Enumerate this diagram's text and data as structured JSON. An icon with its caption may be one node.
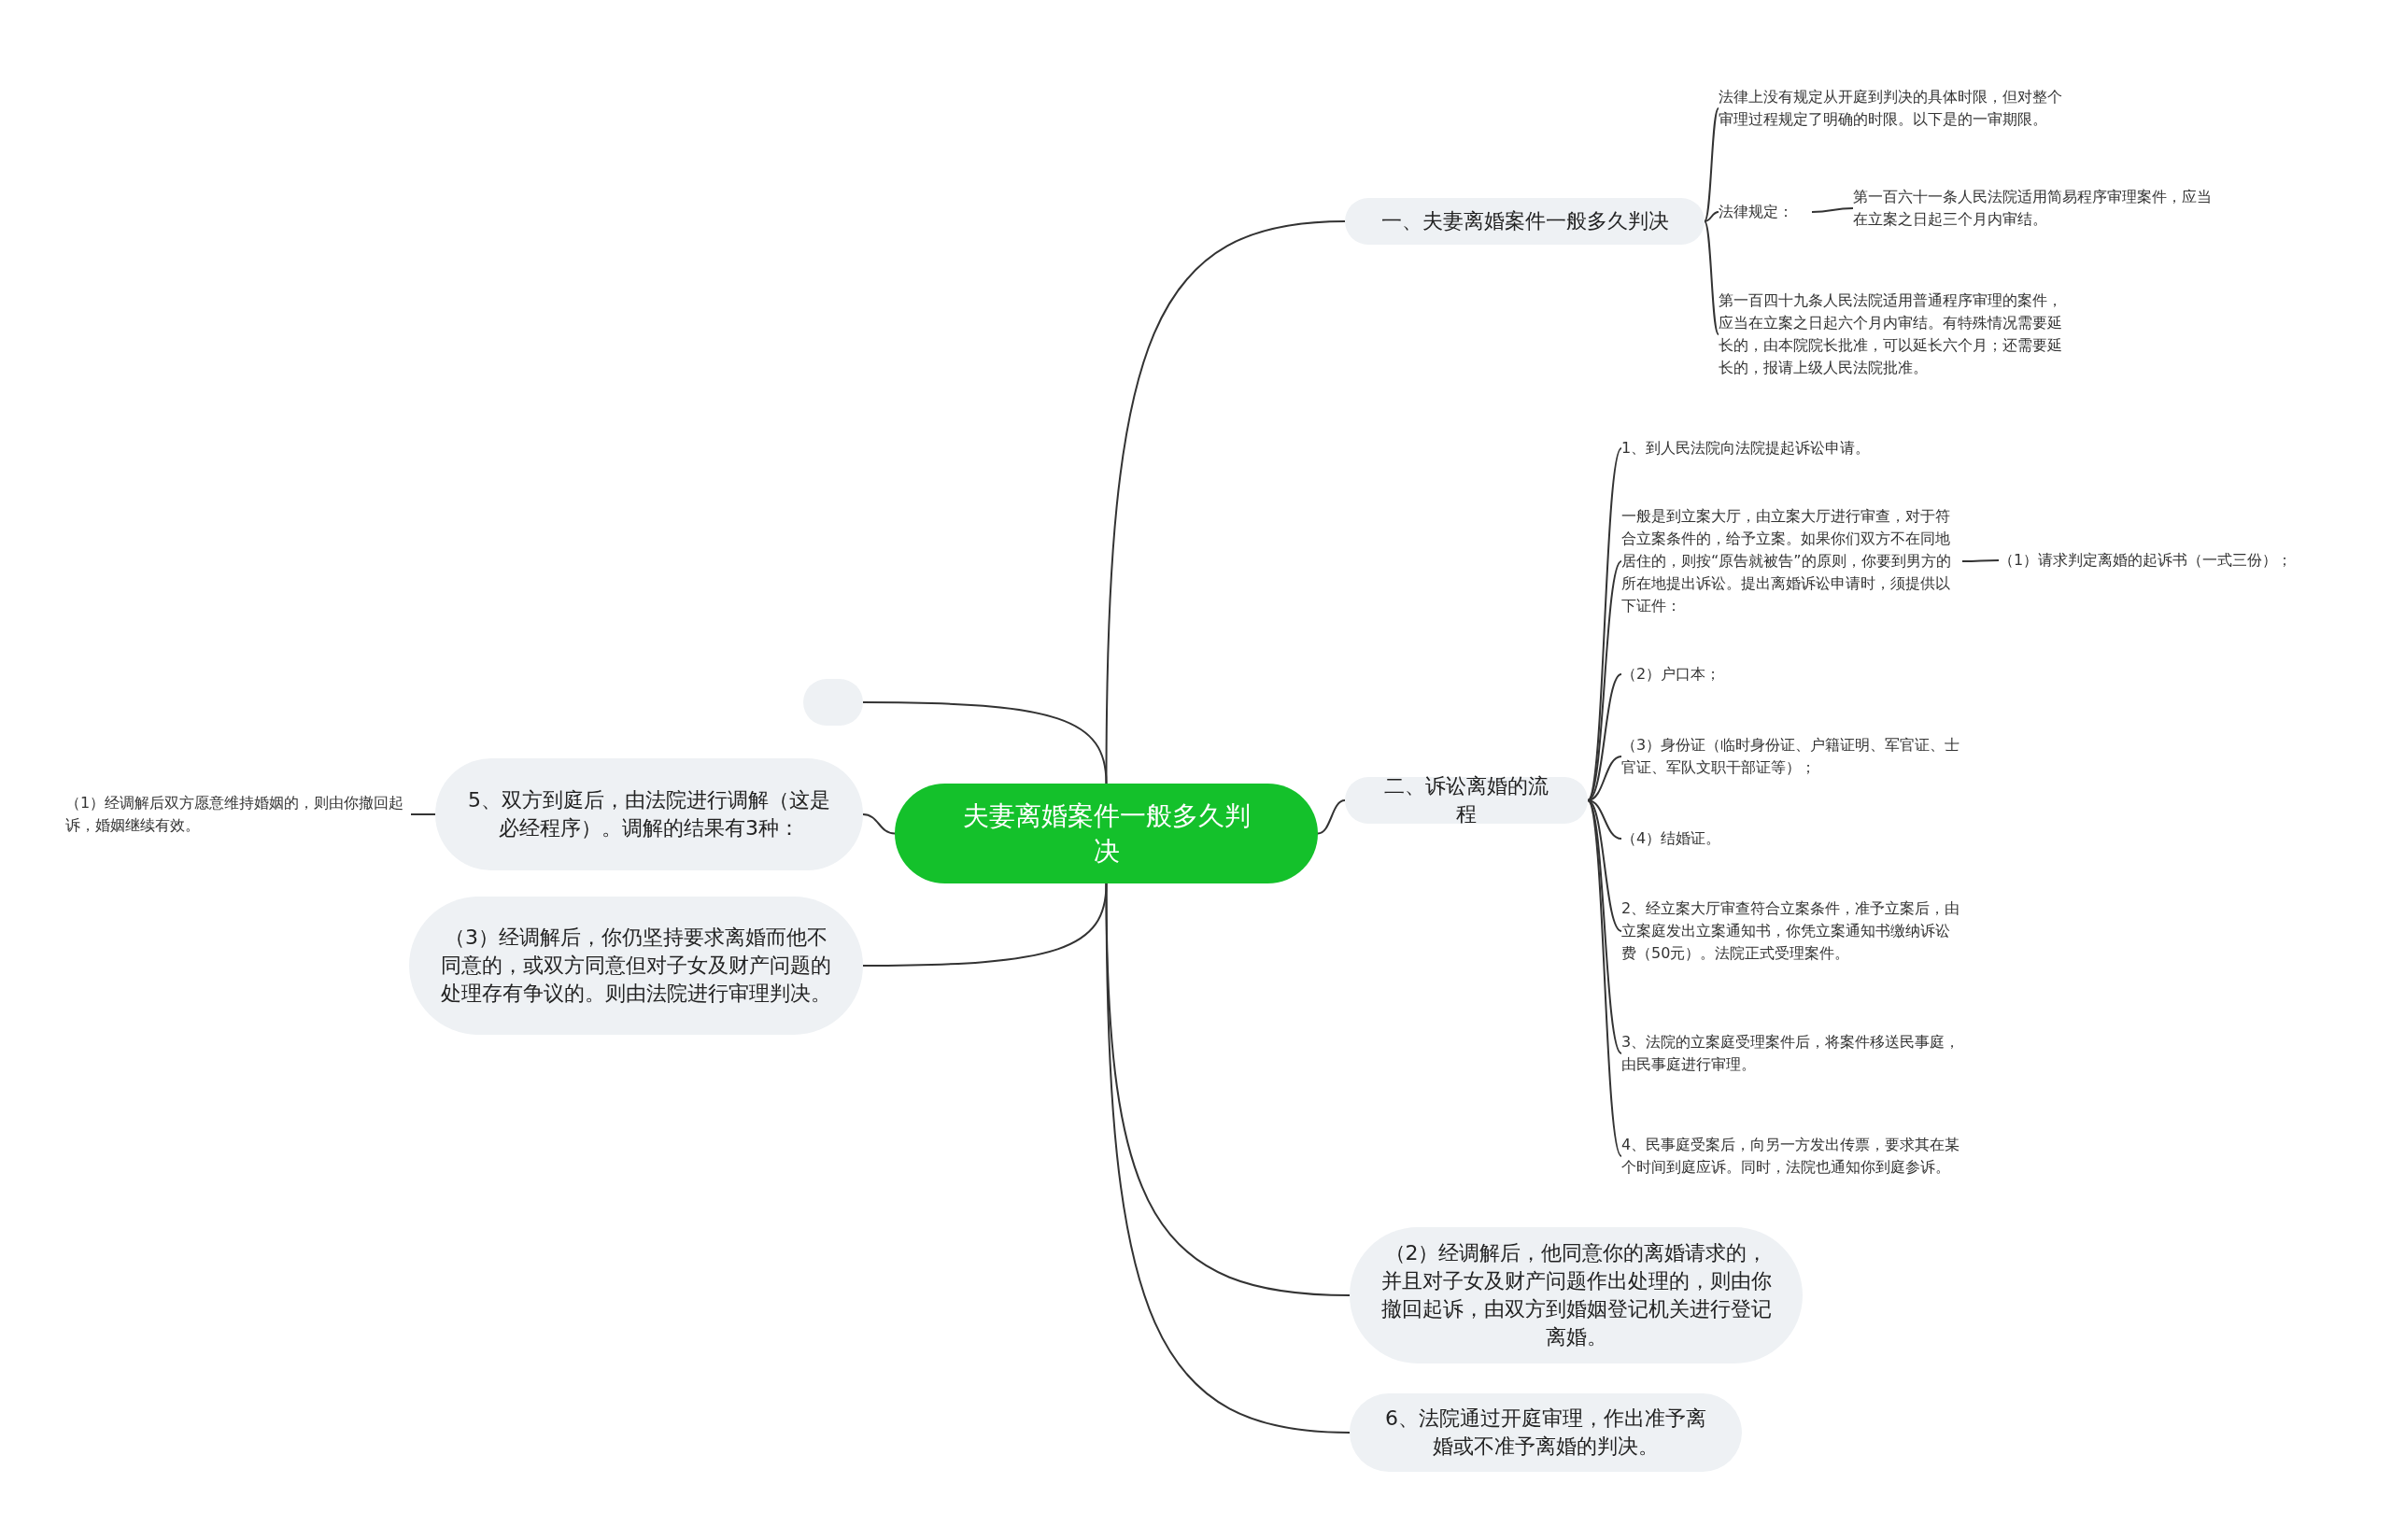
{
  "diagram": {
    "nodes": [
      {
        "text": [
          "夫妻离婚案件一般多久判决"
        ]
      },
      {
        "text": [
          "一、夫妻离婚案件一般多久判决"
        ]
      },
      {
        "text": [
          "法律上没有规定从开庭到判决的具体时限，但对整个审理过程规定了明确的时限。以下是的一审期限。"
        ]
      },
      {
        "text": [
          "法律规定："
        ]
      },
      {
        "text": [
          "第一百六十一条人民法院适用简易程序审理案件，应当在立案之日起三个月内审结。"
        ]
      },
      {
        "text": [
          "第一百四十九条人民法院适用普通程序审理的案件，应当在立案之日起六个月内审结。有特殊情况需要延长的，由本院院长批准，可以延长六个月；还需要延长的，报请上级人民法院批准。"
        ]
      },
      {
        "text": [
          "二、诉讼离婚的流程"
        ]
      },
      {
        "text": [
          "1、到人民法院向法院提起诉讼申请。"
        ]
      },
      {
        "text": [
          "一般是到立案大厅，由立案大厅进行审查，对于符合立案条件的，给予立案。如果你们双方不在同地居住的，则按“原告就被告”的原则，你要到男方的所在地提出诉讼。提出离婚诉讼申请时，须提供以下证件："
        ]
      },
      {
        "text": [
          "（1）请求判定离婚的起诉书（一式三份）；"
        ]
      },
      {
        "text": [
          "（2）户口本；"
        ]
      },
      {
        "text": [
          "（3）身份证（临时身份证、户籍证明、军官证、士官证、军队文职干部证等）；"
        ]
      },
      {
        "text": [
          "（4）结婚证。"
        ]
      },
      {
        "text": [
          "2、经立案大厅审查符合立案条件，准予立案后，由立案庭发出立案通知书，你凭立案通知书缴纳诉讼费（50元）。法院正式受理案件。"
        ]
      },
      {
        "text": [
          "3、法院的立案庭受理案件后，将案件移送民事庭，由民事庭进行审理。"
        ]
      },
      {
        "text": [
          "4、民事庭受案后，向另一方发出传票，要求其在某个时间到庭应诉。同时，法院也通知你到庭参诉。"
        ]
      },
      {
        "text": [
          "（2）经调解后，他同意你的离婚请求的，并且对子女及财产问题作出处理的，则由你撤回起诉，由双方到婚姻登记机关进行登记离婚。"
        ]
      },
      {
        "text": [
          "6、法院通过开庭审理，作出准予离婚或不准予离婚的判决。"
        ]
      },
      {
        "text": [],
        "shape": "box"
      },
      {
        "text": [
          "5、双方到庭后，由法院进行调解（这是必经程序）。调解的结果有3种："
        ]
      },
      {
        "text": [
          "（1）经调解后双方愿意维持婚姻的，则由你撤回起诉，婚姻继续有效。"
        ]
      },
      {
        "text": [
          "（3）经调解后，你仍坚持要求离婚而他不同意的，或双方同意但对子女及财产问题的处理存有争议的。则由法院进行审理判决。"
        ]
      }
    ],
    "edges": [
      {
        "from": 0,
        "to": 1,
        "arrow": "none"
      },
      {
        "from": 1,
        "to": 2,
        "arrow": "none"
      },
      {
        "from": 1,
        "to": 3,
        "arrow": "none"
      },
      {
        "from": 3,
        "to": 4,
        "arrow": "none"
      },
      {
        "from": 1,
        "to": 5,
        "arrow": "none"
      },
      {
        "from": 0,
        "to": 6,
        "arrow": "none"
      },
      {
        "from": 6,
        "to": 7,
        "arrow": "none"
      },
      {
        "from": 6,
        "to": 8,
        "arrow": "none"
      },
      {
        "from": 8,
        "to": 9,
        "arrow": "none"
      },
      {
        "from": 6,
        "to": 10,
        "arrow": "none"
      },
      {
        "from": 6,
        "to": 11,
        "arrow": "none"
      },
      {
        "from": 6,
        "to": 12,
        "arrow": "none"
      },
      {
        "from": 6,
        "to": 13,
        "arrow": "none"
      },
      {
        "from": 6,
        "to": 14,
        "arrow": "none"
      },
      {
        "from": 6,
        "to": 15,
        "arrow": "none"
      },
      {
        "from": 0,
        "to": 16,
        "arrow": "none"
      },
      {
        "from": 0,
        "to": 17,
        "arrow": "none"
      },
      {
        "from": 0,
        "to": 18,
        "arrow": "none"
      },
      {
        "from": 0,
        "to": 19,
        "arrow": "none"
      },
      {
        "from": 19,
        "to": 20,
        "arrow": "none"
      },
      {
        "from": 0,
        "to": 21,
        "arrow": "none"
      }
    ]
  }
}
